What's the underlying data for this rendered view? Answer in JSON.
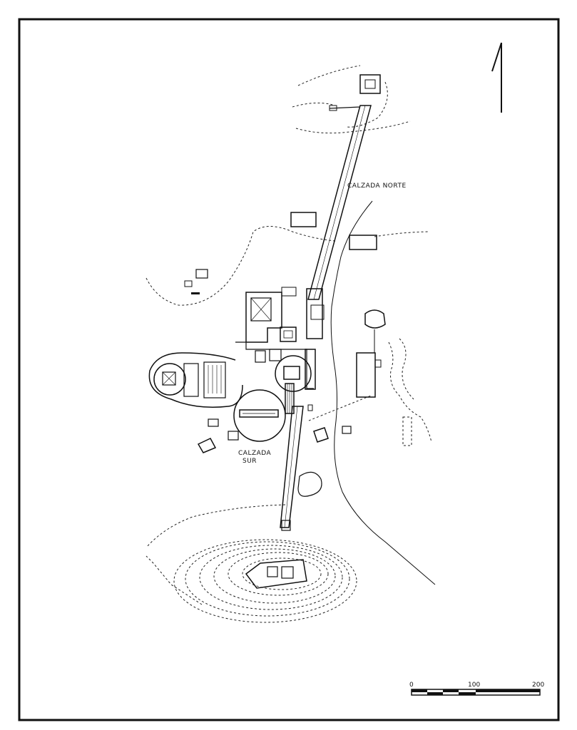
{
  "labels": {
    "calzada_norte": "CALZADA NORTE",
    "calzada_sur_1": "CALZADA",
    "calzada_sur_2": "SUR"
  },
  "scale_bar": {
    "ticks": [
      "0",
      "100",
      "200"
    ]
  }
}
